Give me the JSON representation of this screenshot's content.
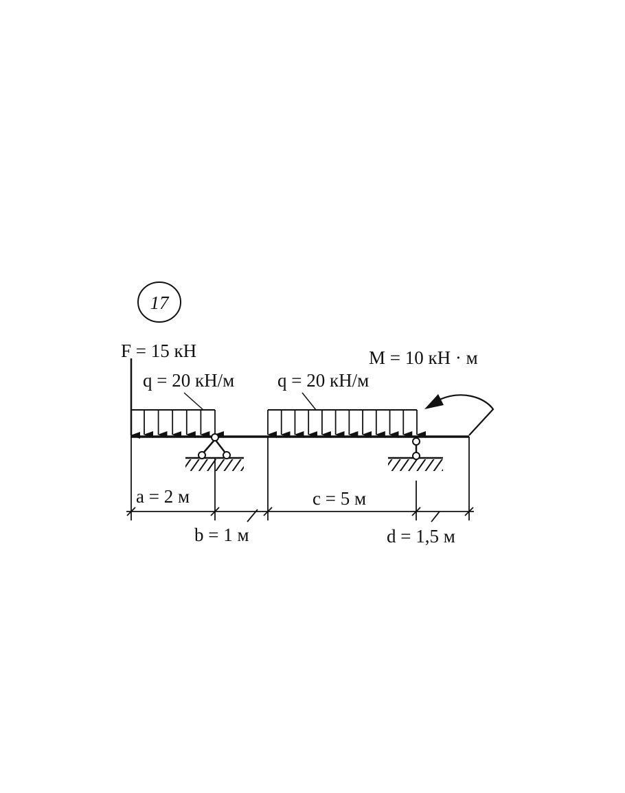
{
  "problem_number": "17",
  "loads": {
    "force": "F = 15 кН",
    "distributed_left": "q = 20 кН/м",
    "distributed_right": "q = 20 кН/м",
    "moment": "M = 10 кН · м"
  },
  "dimensions": {
    "a": "a = 2 м",
    "b": "b = 1 м",
    "c": "c = 5 м",
    "d": "d = 1,5 м"
  }
}
